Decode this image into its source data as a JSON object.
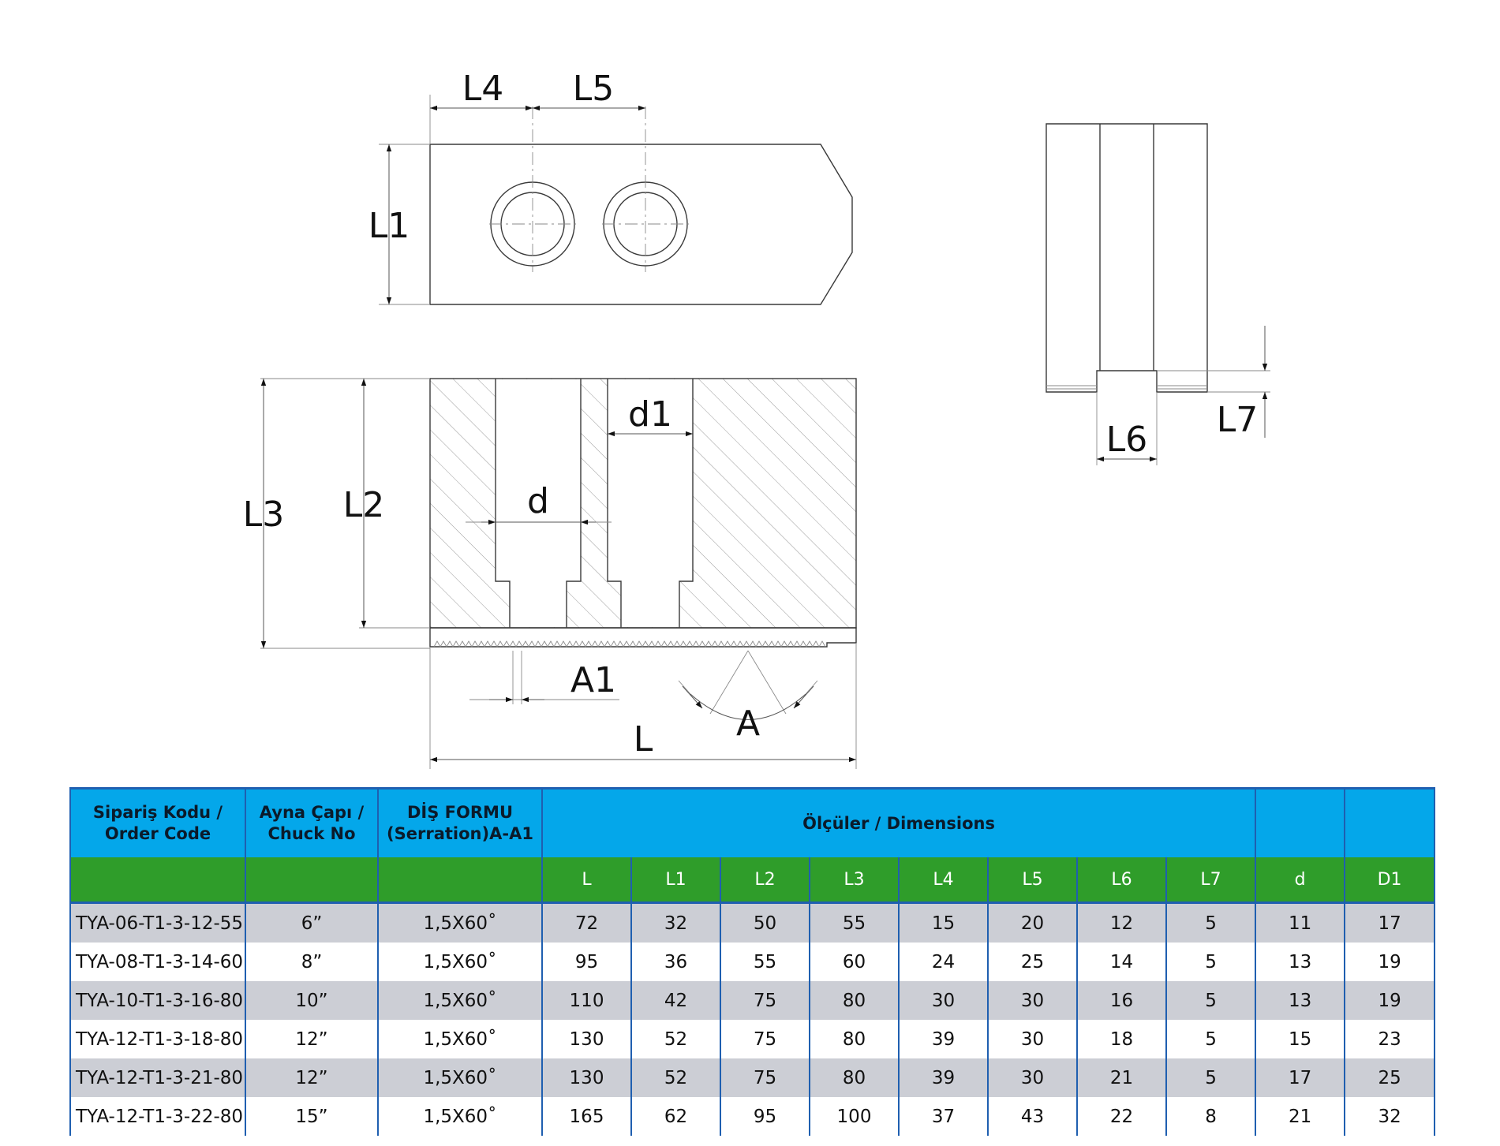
{
  "drawing": {
    "labels": {
      "L": "L",
      "L1": "L1",
      "L2": "L2",
      "L3": "L3",
      "L4": "L4",
      "L5": "L5",
      "L6": "L6",
      "L7": "L7",
      "d": "d",
      "d1": "d1",
      "A": "A",
      "A1": "A1"
    }
  },
  "table": {
    "header": {
      "order_code": [
        "Sipariş Kodu /",
        "Order Code"
      ],
      "chuck_no": [
        "Ayna Çapı /",
        "Chuck No"
      ],
      "serration": [
        "DİŞ FORMU",
        "(Serration)A-A1"
      ],
      "dimensions": "Ölçüler / Dimensions",
      "extra_1": "",
      "extra_2": ""
    },
    "columns": [
      "L",
      "L1",
      "L2",
      "L3",
      "L4",
      "L5",
      "L6",
      "L7",
      "d",
      "D1"
    ],
    "rows": [
      [
        "TYA-06-T1-3-12-55",
        "6”",
        "1,5X60˚",
        "72",
        "32",
        "50",
        "55",
        "15",
        "20",
        "12",
        "5",
        "11",
        "17"
      ],
      [
        "TYA-08-T1-3-14-60",
        "8”",
        "1,5X60˚",
        "95",
        "36",
        "55",
        "60",
        "24",
        "25",
        "14",
        "5",
        "13",
        "19"
      ],
      [
        "TYA-10-T1-3-16-80",
        "10”",
        "1,5X60˚",
        "110",
        "42",
        "75",
        "80",
        "30",
        "30",
        "16",
        "5",
        "13",
        "19"
      ],
      [
        "TYA-12-T1-3-18-80",
        "12”",
        "1,5X60˚",
        "130",
        "52",
        "75",
        "80",
        "39",
        "30",
        "18",
        "5",
        "15",
        "23"
      ],
      [
        "TYA-12-T1-3-21-80",
        "12”",
        "1,5X60˚",
        "130",
        "52",
        "75",
        "80",
        "39",
        "30",
        "21",
        "5",
        "17",
        "25"
      ],
      [
        "TYA-12-T1-3-22-80",
        "15”",
        "1,5X60˚",
        "165",
        "62",
        "95",
        "100",
        "37",
        "43",
        "22",
        "8",
        "21",
        "32"
      ]
    ]
  }
}
